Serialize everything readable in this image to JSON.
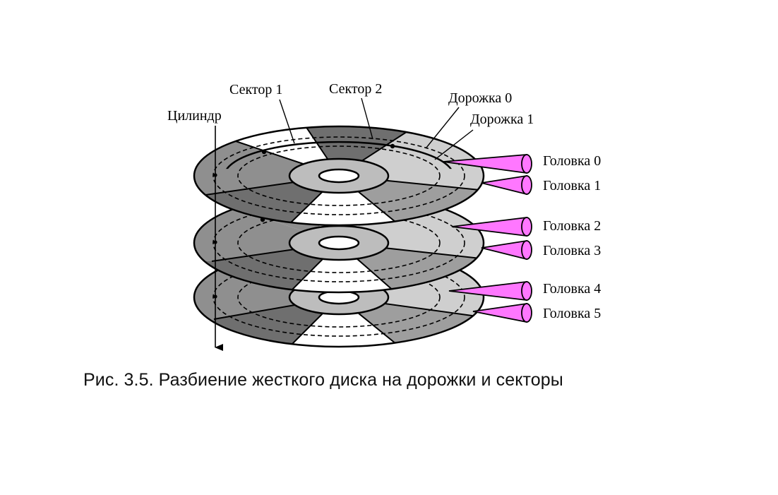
{
  "labels": {
    "cylinder": "Цилиндр",
    "sector1": "Сектор 1",
    "sector2": "Сектор 2",
    "track0": "Дорожка 0",
    "track1": "Дорожка 1"
  },
  "heads": [
    "Головка 0",
    "Головка 1",
    "Головка 2",
    "Головка 3",
    "Головка 4",
    "Головка 5"
  ],
  "caption": "Рис. 3.5. Разбиение жесткого диска на дорожки и секторы",
  "colors": {
    "head": "#ff77ff",
    "sector_dark": "#6f6f6f",
    "sector_mid": "#8f8f8f",
    "sector_mid2": "#9e9e9e",
    "sector_light": "#cfcfcf",
    "sector_white": "#ffffff",
    "hub": "#bdbdbd"
  }
}
